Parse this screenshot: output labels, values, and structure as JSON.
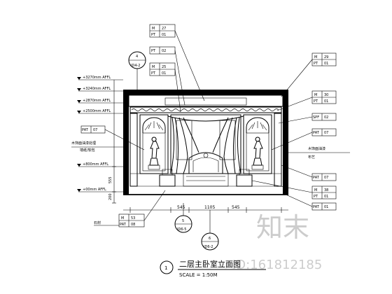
{
  "title": {
    "number": "1",
    "main": "二层主卧室立面图",
    "scale": "SCALE = 1:50M"
  },
  "watermark": {
    "logo_text": "知末",
    "id_text": "ID:161812185"
  },
  "elevation_levels": [
    "+3270mm AFFL",
    "+3240mm AFFL",
    "+2870mm AFFL",
    "+2500mm AFFL",
    "+800mm AFFL",
    "+00mm AFFL"
  ],
  "tags_top": [
    {
      "row1": "M",
      "val1": "27",
      "row2": "PT",
      "val2": "01"
    },
    {
      "row1": "PT",
      "val1": "02"
    },
    {
      "row1": "M",
      "val1": "25",
      "row2": "PT",
      "val2": "01"
    }
  ],
  "tags_right": [
    {
      "row1": "M",
      "val1": "29",
      "row2": "PT",
      "val2": "01"
    },
    {
      "row1": "M",
      "val1": "30",
      "row2": "PT",
      "val2": "01"
    },
    {
      "row1": "SPF",
      "val1": "02"
    },
    {
      "row1": "PAT",
      "val1": "07"
    },
    {
      "row1": "PAT",
      "val1": "07"
    },
    {
      "row1": "M",
      "val1": "38",
      "row2": "PT",
      "val2": "01"
    },
    {
      "row1": "PAT",
      "val1": "01"
    }
  ],
  "tags_left": [
    {
      "row1": "PAT",
      "val1": "07"
    },
    {
      "row1": "M",
      "val1": "53",
      "row2": "PAT",
      "val2": "08"
    }
  ],
  "section_markers": [
    {
      "num": "4",
      "ref": "ID4-2"
    },
    {
      "num": "5",
      "ref": "ID6-5"
    },
    {
      "num": "6",
      "ref": "ID6-2"
    }
  ],
  "dimensions": {
    "bottom": [
      "545",
      "1105",
      "545"
    ],
    "left_vertical": [
      "555",
      "200"
    ]
  },
  "left_notes": [
    "木饰面油漆处理",
    "墙纸/软包"
  ],
  "right_notes": [
    "木饰面油漆",
    "布艺"
  ],
  "bottom_note": "石材"
}
